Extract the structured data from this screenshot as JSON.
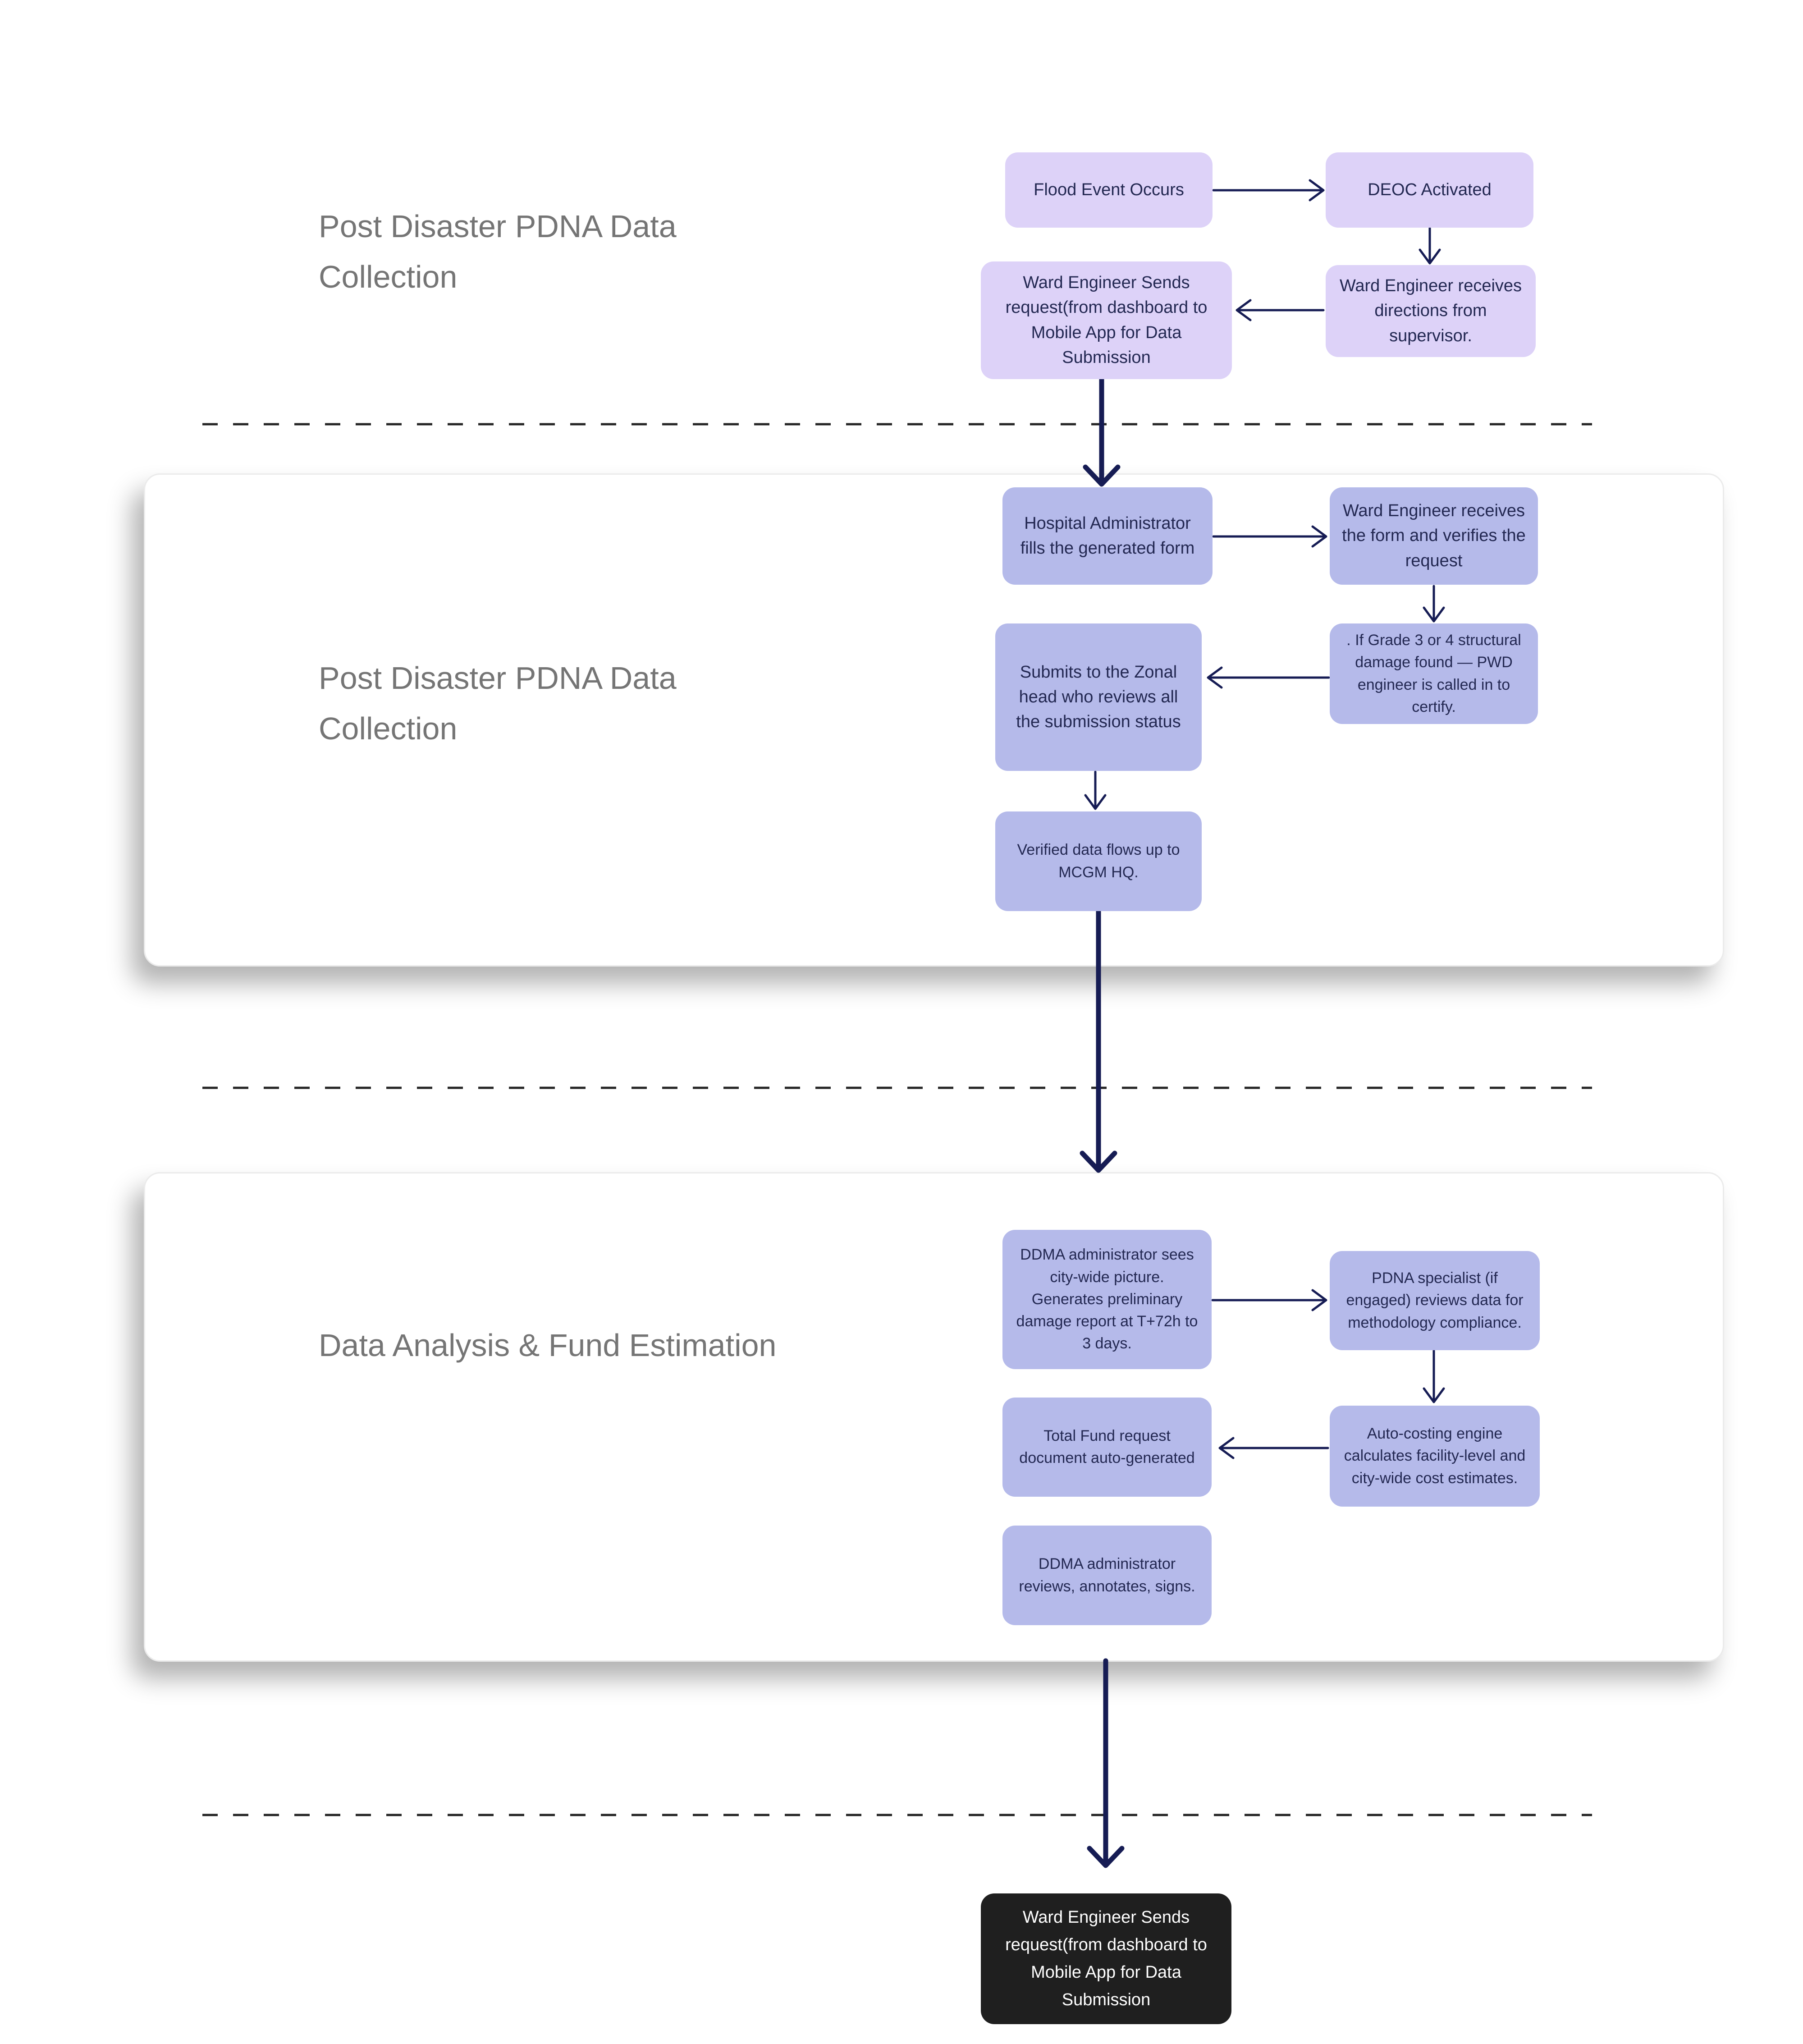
{
  "colors": {
    "background": "#ffffff",
    "node_light_fill": "#ddd2f8",
    "node_mid_fill": "#b5baea",
    "node_text": "#232852",
    "final_node_fill": "#1f1f1f",
    "final_node_text": "#ffffff",
    "arrow": "#161c54",
    "separator": "#222222",
    "section_title_text": "#757575",
    "card_fill": "#ffffff",
    "card_border": "#ebebeb"
  },
  "sections": [
    {
      "title": "Post Disaster PDNA Data Collection",
      "nodes": [
        {
          "id": "flood-event",
          "label": "Flood Event Occurs"
        },
        {
          "id": "deoc-activated",
          "label": "DEOC Activated"
        },
        {
          "id": "ward-engineer-directions",
          "label": "Ward Engineer receives directions from supervisor."
        },
        {
          "id": "ward-engineer-sends-request",
          "label": "Ward Engineer Sends request(from dashboard to Mobile App for Data Submission"
        }
      ]
    },
    {
      "title": "Post Disaster PDNA Data Collection",
      "nodes": [
        {
          "id": "hospital-admin-fills-form",
          "label": "Hospital Administrator fills the generated form"
        },
        {
          "id": "ward-engineer-verifies",
          "label": "Ward Engineer receives the form and verifies the request"
        },
        {
          "id": "grade-3-4-structural",
          "label": ". If Grade 3 or 4 structural damage found — PWD engineer is called in to certify."
        },
        {
          "id": "submits-to-zonal-head",
          "label": "Submits to the Zonal head who reviews all the submission status"
        },
        {
          "id": "verified-data-mcgm",
          "label": "Verified data flows up to MCGM HQ."
        }
      ]
    },
    {
      "title": "Data Analysis & Fund Estimation",
      "nodes": [
        {
          "id": "ddma-city-wide",
          "label": "DDMA administrator sees city-wide picture. Generates preliminary damage report at T+72h to 3 days."
        },
        {
          "id": "pdna-specialist-reviews",
          "label": "PDNA specialist (if engaged) reviews data for methodology compliance."
        },
        {
          "id": "auto-costing-engine",
          "label": "Auto-costing engine calculates facility-level and city-wide cost estimates."
        },
        {
          "id": "total-fund-request",
          "label": "Total Fund request document auto-generated"
        },
        {
          "id": "ddma-reviews-signs",
          "label": "DDMA administrator reviews, annotates, signs."
        }
      ]
    }
  ],
  "final_node": {
    "id": "ward-engineer-sends-request-final",
    "label": "Ward Engineer Sends request(from dashboard to Mobile App for Data Submission"
  }
}
